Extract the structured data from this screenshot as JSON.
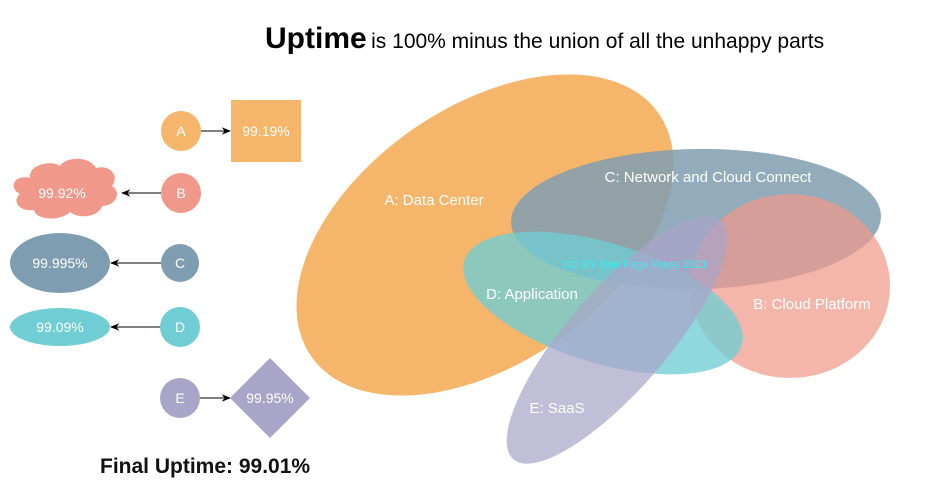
{
  "title": {
    "bold": "Uptime",
    "rest": "is 100% minus the union of all the unhappy parts"
  },
  "components": [
    {
      "id": "A",
      "letter": "A",
      "name": "Data Center",
      "label": "A: Data Center",
      "uptime": "99.19%",
      "shape": "square",
      "color": "#f5b66b"
    },
    {
      "id": "B",
      "letter": "B",
      "name": "Cloud Platform",
      "label": "B: Cloud Platform",
      "uptime": "99.92%",
      "shape": "cloud",
      "color": "#f0998b"
    },
    {
      "id": "C",
      "letter": "C",
      "name": "Network and Cloud Connect",
      "label": "C: Network and Cloud Connect",
      "uptime": "99.995%",
      "shape": "ellipse",
      "color": "#7f9db0"
    },
    {
      "id": "D",
      "letter": "D",
      "name": "Application",
      "label": "D: Application",
      "uptime": "99.09%",
      "shape": "ellipse",
      "color": "#6fcdd3"
    },
    {
      "id": "E",
      "letter": "E",
      "name": "SaaS",
      "label": "E: SaaS",
      "uptime": "99.95%",
      "shape": "diamond",
      "color": "#a9a5c9"
    }
  ],
  "watermark": {
    "text": "CC BY One Page Press 2021",
    "color": "#33f0f0"
  },
  "final": {
    "label": "Final Uptime:",
    "value": "99.01%",
    "text": "Final Uptime: 99.01%"
  }
}
